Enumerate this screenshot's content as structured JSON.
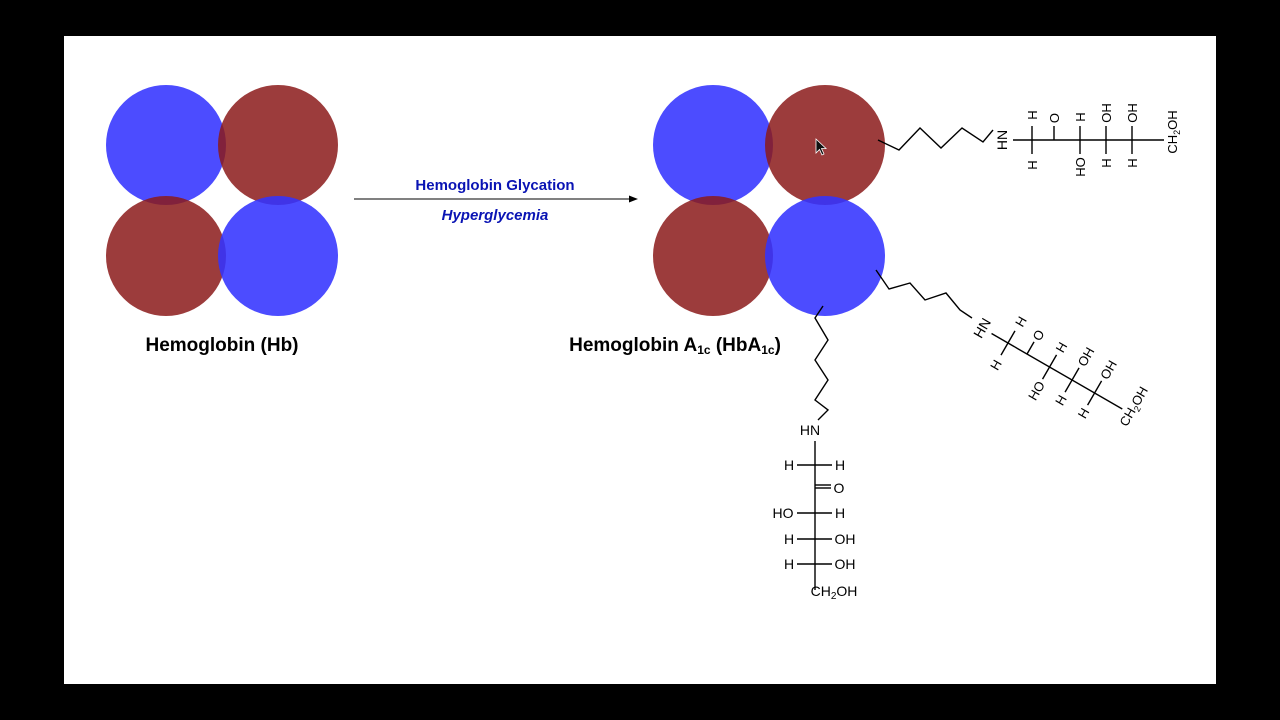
{
  "colors": {
    "blue": "#3333ff",
    "red": "#8b1a1a",
    "label_blue": "#0a14b4",
    "frame": "#000000",
    "slide": "#ffffff"
  },
  "left_diagram": {
    "label": "Hemoglobin (Hb)"
  },
  "right_diagram": {
    "label_main": "Hemoglobin A",
    "label_sub1": "1c",
    "label_mid": " (HbA",
    "label_sub2": "1c",
    "label_end": ")"
  },
  "arrow": {
    "title": "Hemoglobin Glycation",
    "subtitle": "Hyperglycemia"
  },
  "chain": {
    "hn": "HN",
    "h": "H",
    "o": "O",
    "ho": "HO",
    "oh": "OH",
    "ch2oh_ch": "CH",
    "ch2oh_2": "2",
    "ch2oh_oh": "OH"
  },
  "icons": {
    "cursor": "cursor-arrow-icon"
  }
}
